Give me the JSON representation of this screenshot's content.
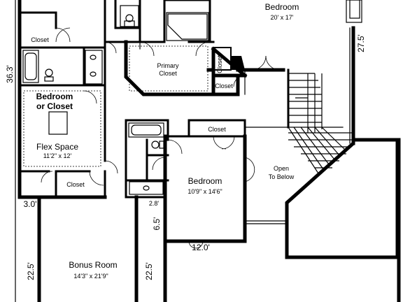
{
  "rooms": {
    "bedroom_top": {
      "name": "Bedroom",
      "size": "20' x 17'"
    },
    "primary_closet": {
      "line1": "Primary",
      "line2": "Closet"
    },
    "closet_a": "Closet",
    "closet_b": "Closet",
    "closet_c": "Closet",
    "closet_d": "Closet",
    "closet_e": "Closet",
    "bedroom_closet": {
      "line1": "Bedroom",
      "line2": "or Closet"
    },
    "flex": {
      "name": "Flex Space",
      "size": "11'2\" x 12'"
    },
    "bedroom_mid": {
      "name": "Bedroom",
      "size": "10'9\" x 14'6\""
    },
    "open_below": {
      "line1": "Open",
      "line2": "To Below"
    },
    "bonus": {
      "name": "Bonus Room",
      "size": "14'3\" x 21'9\""
    }
  },
  "dimensions": {
    "d_36_3": "36.3'",
    "d_27_5": "27.5'",
    "d_3_0": "3.0'",
    "d_2_8": "2.8'",
    "d_6_5": "6.5'",
    "d_12_0": "12.0'",
    "d_22_5_left": "22.5'",
    "d_22_5_right": "22.5'"
  }
}
